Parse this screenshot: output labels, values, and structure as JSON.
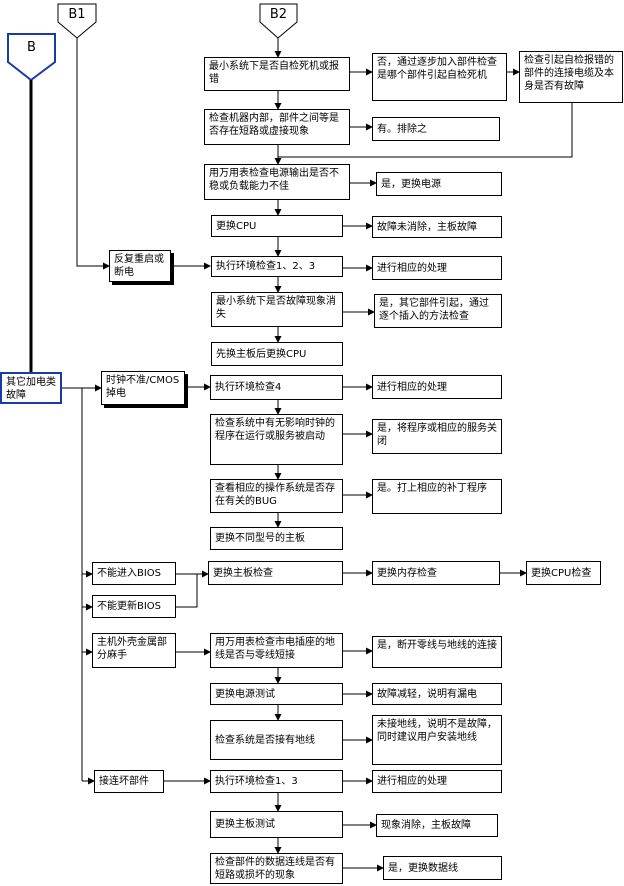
{
  "connectors": {
    "b": "B",
    "b1": "B1",
    "b2": "B2"
  },
  "root": "其它加电类故障",
  "b2_chain": {
    "min_system": "最小系统下是否自检死机或报错",
    "min_no": "否，通过逐步加入部件检查是哪个部件引起自检死机",
    "check_cable": "检查引起自检报错的部件的连接电缆及本身是否有故障",
    "check_internal": "检查机器内部，部件之间等是否存在短路或虚接现象",
    "check_internal_yes": "有。排除之",
    "power_output": "用万用表检查电源输出是否不稳或负载能力不佳",
    "power_yes": "是，更换电源",
    "replace_cpu": "更换CPU",
    "replace_cpu_result": "故障未消除，主板故障"
  },
  "reboot": {
    "label": "反复重启或断电",
    "env": "执行环境检查1、2、3",
    "env_result": "进行相应的处理",
    "min": "最小系统下是否故障现象消失",
    "min_result": "是，其它部件引起，通过逐个插入的方法检查",
    "replace": "先换主板后更换CPU"
  },
  "clock": {
    "label": "时钟不准/CMOS掉电",
    "env": "执行环境检查4",
    "env_result": "进行相应的处理",
    "program": "检查系统中有无影响时钟的程序在运行或服务被启动",
    "program_result": "是，将程序或相应的服务关闭",
    "bug": "查看相应的操作系统是否存在有关的BUG",
    "bug_result": "是。打上相应的补丁程序",
    "replace": "更换不同型号的主板"
  },
  "bios": {
    "cannot_enter": "不能进入BIOS",
    "cannot_update": "不能更新BIOS",
    "replace_board": "更换主板检查",
    "replace_mem": "更换内存检查",
    "replace_cpu": "更换CPU检查"
  },
  "shock": {
    "label": "主机外壳金属部分麻手",
    "meter": "用万用表检查市电插座的地线是否与零线短接",
    "meter_result": "是，断开零线与地线的连接",
    "psu": "更换电源测试",
    "psu_result": "故障减轻，说明有漏电",
    "ground": "检查系统是否接有地线",
    "ground_result": "未接地线，说明不是故障，同时建议用户安装地线"
  },
  "broken": {
    "label": "接连坏部件",
    "env": "执行环境检查1、3",
    "env_result": "进行相应的处理",
    "board": "更换主板测试",
    "board_result": "现象消除，主板故障",
    "cable": "检查部件的数据连线是否有短路或损坏的现象",
    "cable_result": "是，更换数据线"
  }
}
